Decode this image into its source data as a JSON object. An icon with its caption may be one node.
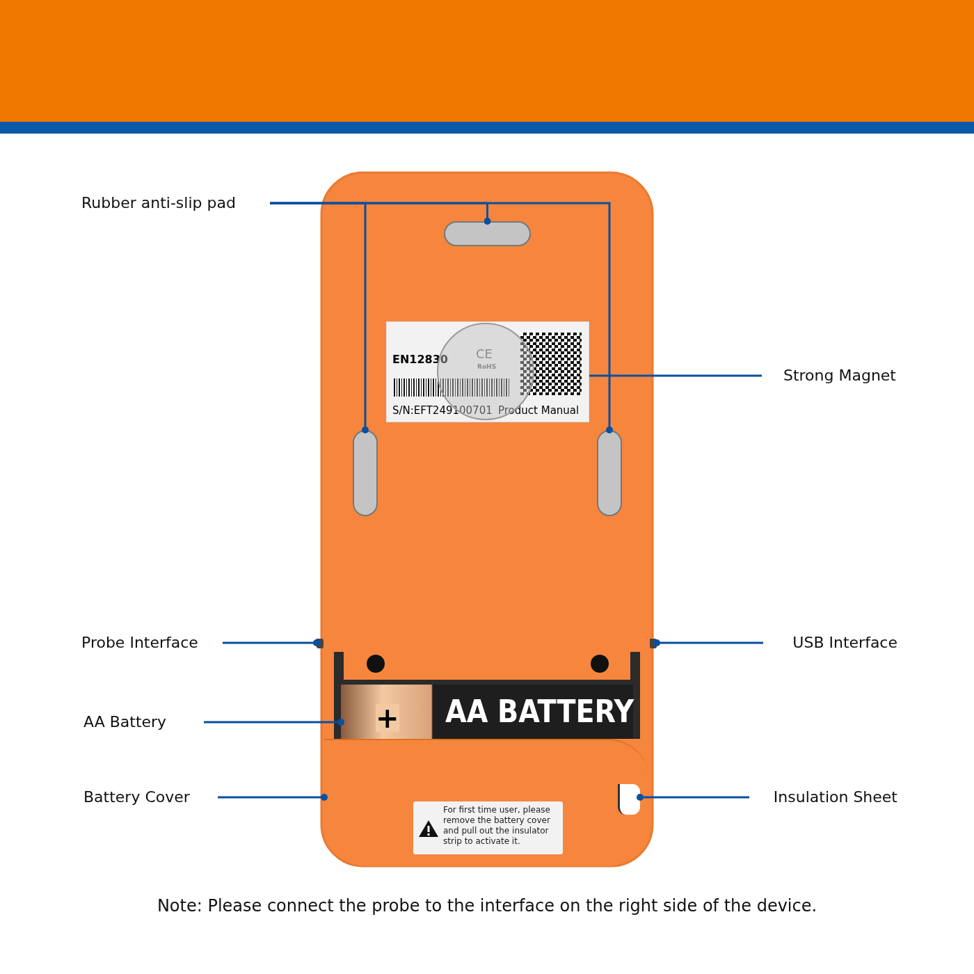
{
  "diagram": {
    "nodes": [
      {
        "text": [
          "Rubber anti-slip pad"
        ]
      },
      {
        "text": [],
        "shape": "bar"
      },
      {
        "text": [],
        "shape": "bar"
      },
      {
        "text": [],
        "shape": "bar"
      },
      {
        "text": [
          "Strong Magnet"
        ]
      },
      {
        "text": [],
        "shape": "circle"
      },
      {
        "text": [
          "Probe Interface"
        ]
      },
      {
        "text": [],
        "shape": "box"
      },
      {
        "text": [
          "USB Interface"
        ]
      },
      {
        "text": [],
        "shape": "box"
      },
      {
        "text": [
          "AA Battery"
        ]
      },
      {
        "text": [
          "AA BATTERY"
        ]
      },
      {
        "text": [
          "Battery Cover"
        ]
      },
      {
        "text": [],
        "shape": "box"
      },
      {
        "text": [
          "Insulation Sheet"
        ]
      },
      {
        "text": [],
        "shape": "box",
        "in": 13
      }
    ],
    "edges": [
      {
        "from": 0,
        "to": 1,
        "arrow": "other"
      },
      {
        "from": 0,
        "to": 2,
        "arrow": "other"
      },
      {
        "from": 0,
        "to": 3,
        "arrow": "other"
      },
      {
        "from": 4,
        "to": 5,
        "arrow": "other"
      },
      {
        "from": 6,
        "to": 7,
        "arrow": "other"
      },
      {
        "from": 8,
        "to": 9,
        "arrow": "other"
      },
      {
        "from": 10,
        "to": 11,
        "arrow": "other"
      },
      {
        "from": 12,
        "to": 13,
        "arrow": "other"
      },
      {
        "from": 14,
        "to": 15,
        "arrow": "other"
      }
    ],
    "labels": [
      "EN12830",
      "CE",
      "RoHS",
      "S/N:EFT249100701",
      "Product Manual",
      "+",
      "For first time user, please remove the battery cover and pull out the insulator strip to activate it.",
      "Note: Please connect the probe to the interface on the right side of the device."
    ]
  }
}
